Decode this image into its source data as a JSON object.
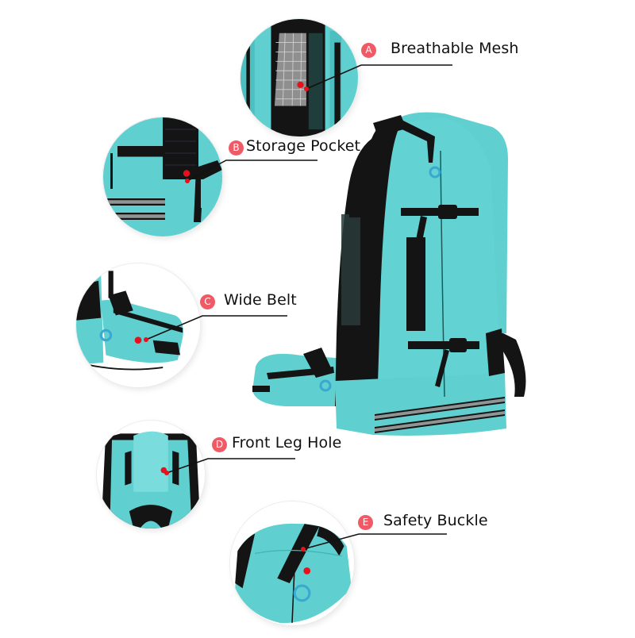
{
  "colors": {
    "teal": "#5fd0cf",
    "teal_dark": "#3fb3b4",
    "black": "#141414",
    "reflective": "#8f9494",
    "badge": "#f05a66",
    "marker_dot": "#e8101c",
    "leader_line": "#111111"
  },
  "callouts": [
    {
      "letter": "A",
      "label": "Breathable Mesh"
    },
    {
      "letter": "B",
      "label": "Storage Pocket"
    },
    {
      "letter": "C",
      "label": "Wide Belt"
    },
    {
      "letter": "D",
      "label": "Front Leg Hole"
    },
    {
      "letter": "E",
      "label": "Safety Buckle"
    }
  ]
}
